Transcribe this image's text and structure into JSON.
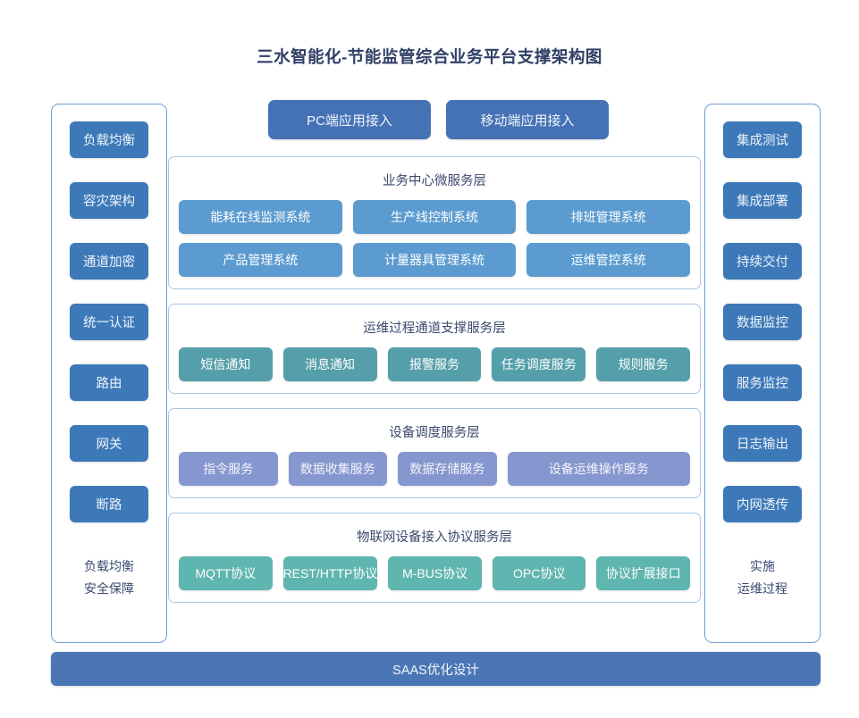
{
  "title": "三水智能化-节能监管综合业务平台支撑架构图",
  "colors": {
    "title": "#2f3f66",
    "side_chip": "#3d79b8",
    "access_button": "#4472b5",
    "business_cell": "#5b9bd0",
    "ops_cell": "#559faa",
    "device_cell": "#8697cf",
    "protocol_cell": "#5fb5af",
    "bottom_bar": "#4a76b5",
    "frame_border": "#6f9ed6",
    "layer_border": "#a9c8e8"
  },
  "left_column": {
    "items": [
      {
        "label": "负载均衡"
      },
      {
        "label": "容灾架构"
      },
      {
        "label": "通道加密"
      },
      {
        "label": "统一认证"
      },
      {
        "label": "路由"
      },
      {
        "label": "网关"
      },
      {
        "label": "断路"
      }
    ],
    "footer_line1": "负载均衡",
    "footer_line2": "安全保障"
  },
  "right_column": {
    "items": [
      {
        "label": "集成测试"
      },
      {
        "label": "集成部署"
      },
      {
        "label": "持续交付"
      },
      {
        "label": "数据监控"
      },
      {
        "label": "服务监控"
      },
      {
        "label": "日志输出"
      },
      {
        "label": "内网透传"
      }
    ],
    "footer_line1": "实施",
    "footer_line2": "运维过程"
  },
  "access": {
    "pc": "PC端应用接入",
    "mobile": "移动端应用接入"
  },
  "layers": [
    {
      "name": "business-center-microservice-layer",
      "title": "业务中心微服务层",
      "rows": [
        [
          "能耗在线监测系统",
          "生产线控制系统",
          "排班管理系统"
        ],
        [
          "产品管理系统",
          "计量器具管理系统",
          "运维管控系统"
        ]
      ]
    },
    {
      "name": "ops-channel-support-layer",
      "title": "运维过程通道支撑服务层",
      "rows": [
        [
          "短信通知",
          "消息通知",
          "报警服务",
          "任务调度服务",
          "规则服务"
        ]
      ]
    },
    {
      "name": "device-scheduling-layer",
      "title": "设备调度服务层",
      "rows": [
        [
          "指令服务",
          "数据收集服务",
          "数据存储服务",
          "设备运维操作服务"
        ]
      ]
    },
    {
      "name": "iot-protocol-layer",
      "title": "物联网设备接入协议服务层",
      "rows": [
        [
          "MQTT协议",
          "REST/HTTP协议",
          "M-BUS协议",
          "OPC协议",
          "协议扩展接口"
        ]
      ]
    }
  ],
  "bottom_bar": "SAAS优化设计"
}
